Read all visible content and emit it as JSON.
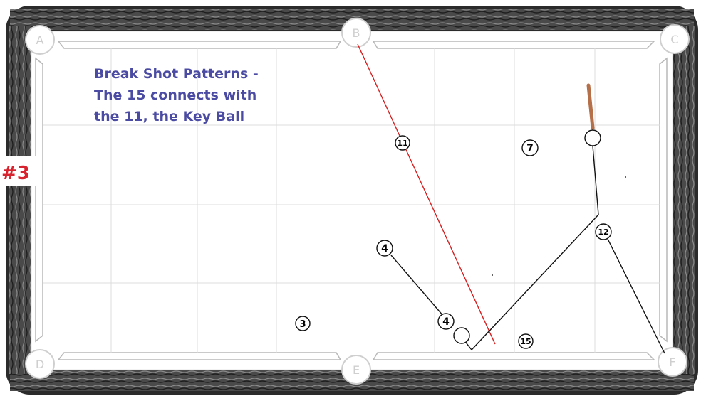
{
  "diagram": {
    "number_tag": "#3",
    "title_lines": [
      "Break Shot Patterns -",
      "The 15 connects with",
      "the 11, the Key Ball"
    ],
    "pockets": {
      "A": "A",
      "B": "B",
      "C": "C",
      "D": "D",
      "E": "E",
      "F": "F"
    },
    "balls": {
      "b11": "11",
      "b7": "7",
      "b4a": "4",
      "b12": "12",
      "b4b": "4",
      "b3": "3",
      "b15": "15"
    },
    "colors": {
      "rail": "#3a3a3a",
      "felt": "#ffffff",
      "grid": "#dcdcdc",
      "red_path": "#d61e1e",
      "cue_stick": "#b5704a",
      "title": "#4b4ba3",
      "number_tag": "#d9232e"
    }
  }
}
